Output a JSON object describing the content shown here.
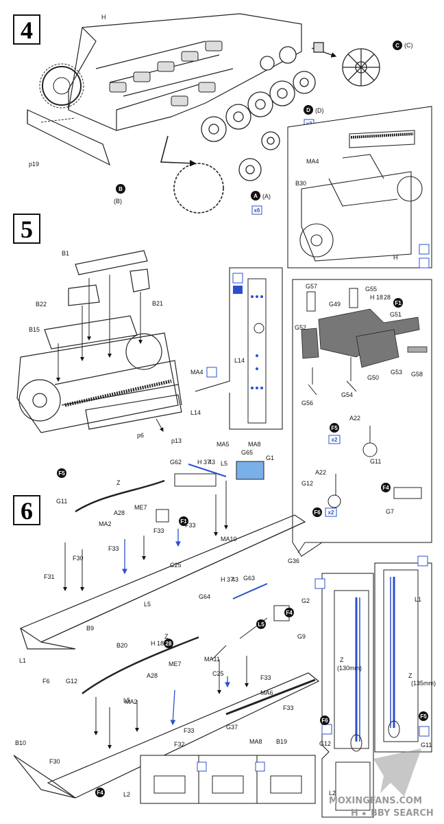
{
  "steps": [
    "4",
    "5",
    "6"
  ],
  "step4": {
    "labels": [
      "H",
      "p19",
      "C",
      "(C)",
      "D",
      "(D)",
      "x3",
      "A",
      "(A)",
      "x6",
      "B",
      "(B)"
    ]
  },
  "step5": {
    "labels": [
      "B1",
      "B21",
      "B22",
      "B15",
      "MA4",
      "L14",
      "p6",
      "p13"
    ],
    "inset_label": "L14"
  },
  "inset_hull": {
    "labels": [
      "MA4",
      "B30",
      "H"
    ]
  },
  "inset_tools": {
    "labels": [
      "G57",
      "G55",
      "H 18",
      "28",
      "G49",
      "F1",
      "G51",
      "G52",
      "G53",
      "G58",
      "G56",
      "G54",
      "G50",
      "F5",
      "x2",
      "A22",
      "G11",
      "A22",
      "G12",
      "F6",
      "x2",
      "F4",
      "G7"
    ]
  },
  "step6": {
    "labels": [
      "MA5",
      "MA8",
      "G65",
      "G1",
      "G62",
      "H 37",
      "43",
      "L5",
      "Z",
      "F5",
      "G11",
      "A28",
      "ME7",
      "MA2",
      "F1",
      "F33",
      "F33",
      "MA10",
      "G36",
      "F33",
      "C25",
      "F30",
      "F31",
      "L5",
      "B9",
      "B20",
      "L1",
      "G63",
      "H 37",
      "43",
      "G64",
      "G2",
      "F4",
      "L5",
      "G9",
      "Z",
      "H 18",
      "28",
      "F6",
      "G12",
      "A28",
      "ME7",
      "MA11",
      "C25",
      "MA2",
      "L5",
      "F33",
      "F33",
      "G37",
      "F33",
      "MA6",
      "MA8",
      "B19",
      "B10",
      "F30",
      "F32",
      "L2",
      "F4",
      "F4",
      "F4"
    ],
    "side_labels": [
      "L1",
      "Z",
      "(130mm)",
      "Z",
      "(135mm)",
      "F6",
      "G12",
      "F5",
      "G11",
      "L2"
    ]
  },
  "watermark": {
    "line1": "MOXINGFANS.COM",
    "line2": "H",
    "line3": "BBY SEARCH"
  }
}
